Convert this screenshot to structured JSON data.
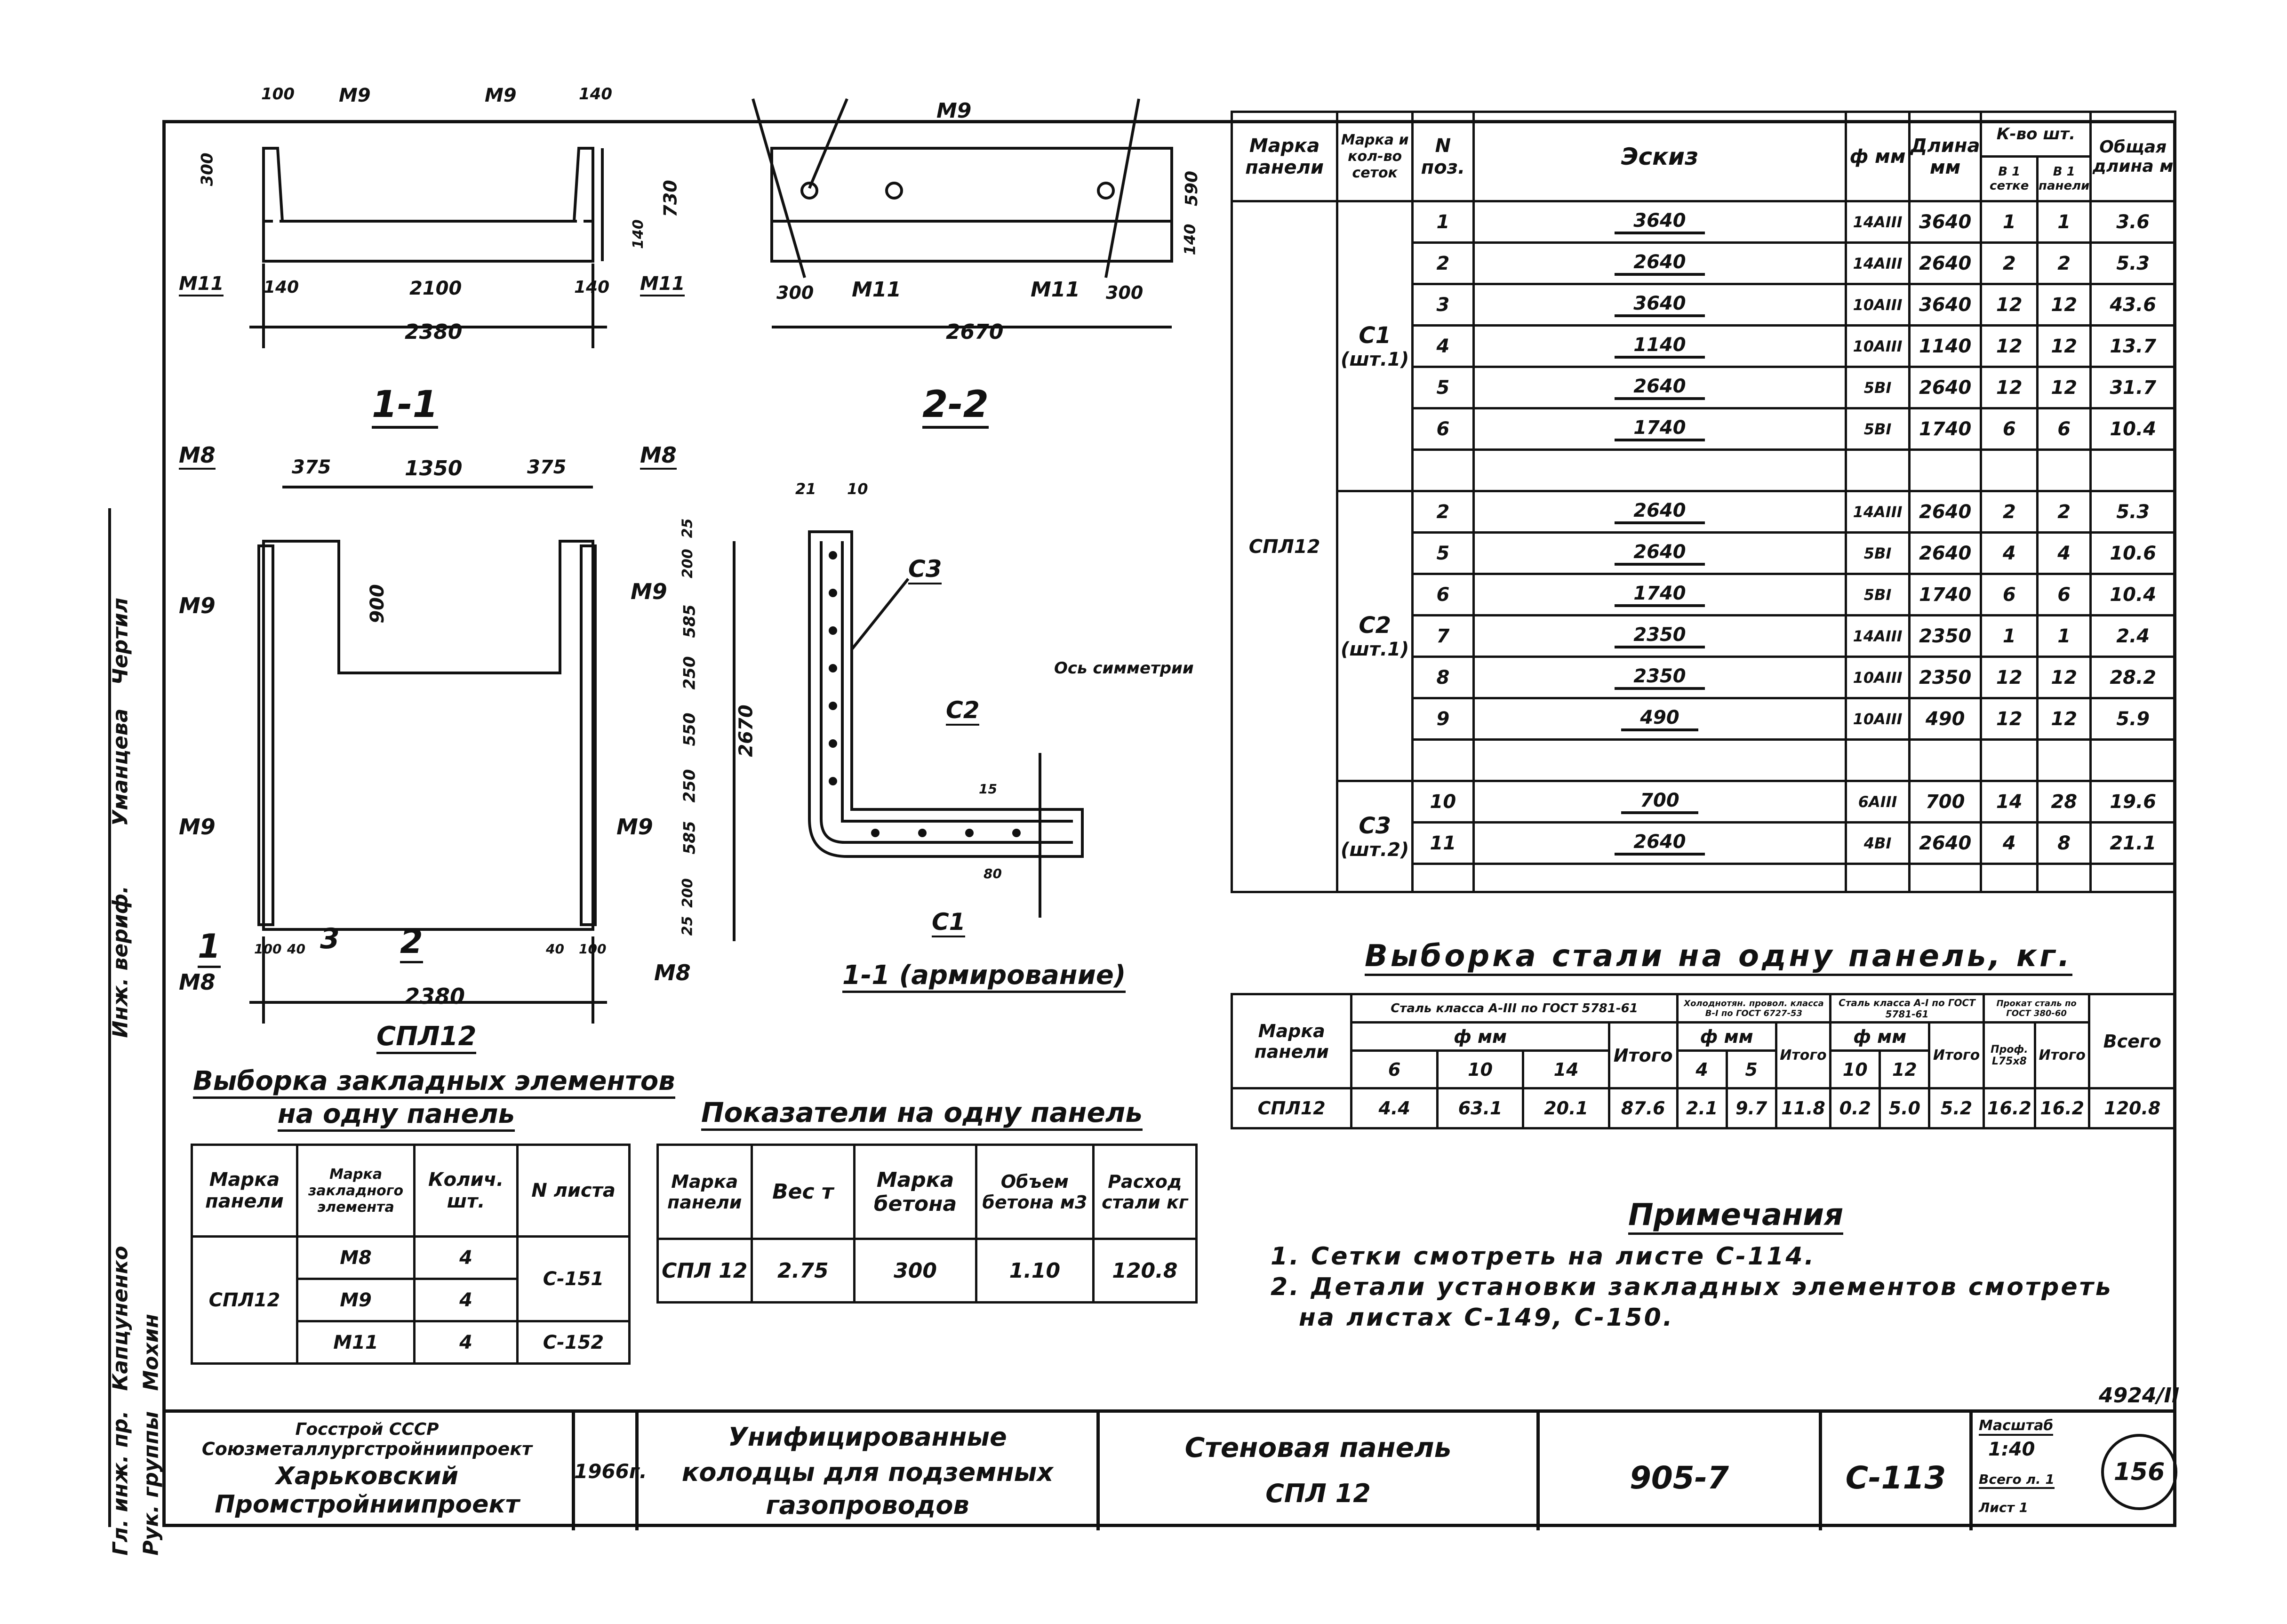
{
  "sheet_number_top": "4924/II",
  "page_circle": "156",
  "section_11_label": "1-1",
  "section_22_label": "2-2",
  "plan_label": "СПЛ12",
  "reinf_label": "1-1 (армирование)",
  "sec11_dims": {
    "top_left": "100",
    "m9a": "M9",
    "m9b": "M9",
    "top_right": "140",
    "h300": "300",
    "h730": "730",
    "h140": "140",
    "bl": "140",
    "b2100": "2100",
    "br": "140",
    "total": "2380",
    "m11a": "M11",
    "m11b": "M11"
  },
  "sec22_dims": {
    "m9": "M9",
    "h590": "590",
    "h140": "140",
    "l300": "300",
    "m11a": "M11",
    "m11b": "M11",
    "r300": "300",
    "total": "2670"
  },
  "plan_dims": {
    "m8tl": "M8",
    "m8tr": "M8",
    "d375a": "375",
    "d1350": "1350",
    "d375b": "375",
    "d900": "900",
    "m9l1": "M9",
    "m9r1": "M9",
    "m9l2": "M9",
    "m9r2": "M9",
    "m8bl": "M8",
    "m8br": "M8",
    "v25a": "25",
    "v200a": "200",
    "v585a": "585",
    "v250a": "250",
    "v550": "550",
    "v250b": "250",
    "v585b": "585",
    "v200b": "200",
    "v25b": "25",
    "v2670": "2670",
    "b100a": "100",
    "b40a": "40",
    "b40b": "40",
    "b100b": "100",
    "total": "2380",
    "cut1": "1",
    "cut2": "2",
    "cut3": "3"
  },
  "reinf_dims": {
    "d21": "21",
    "d10": "10",
    "c3": "C3",
    "c2": "C2",
    "c1": "C1",
    "axis": "Ось симметрии",
    "d15": "15",
    "d80": "80"
  },
  "main_table": {
    "title": "Выборка стали на одну панель, кг.",
    "headers": [
      "Марка панели",
      "Марка и кол-во сеток",
      "N поз.",
      "Эскиз",
      "ф мм",
      "Длина мм",
      "К-во шт.",
      "Общая длина м"
    ],
    "subheaders": [
      "В 1 сетке",
      "В 1 панели"
    ],
    "panel": "СПЛ12",
    "groups": [
      {
        "mesh": "C1",
        "count": "(шт.1)",
        "rows": [
          [
            "1",
            "3640",
            "14АIII",
            "3640",
            "1",
            "1",
            "3.6"
          ],
          [
            "2",
            "2640",
            "14АIII",
            "2640",
            "2",
            "2",
            "5.3"
          ],
          [
            "3",
            "3640",
            "10АIII",
            "3640",
            "12",
            "12",
            "43.6"
          ],
          [
            "4",
            "1140",
            "10АIII",
            "1140",
            "12",
            "12",
            "13.7"
          ],
          [
            "5",
            "2640",
            "5ВI",
            "2640",
            "12",
            "12",
            "31.7"
          ],
          [
            "6",
            "1740",
            "5ВI",
            "1740",
            "6",
            "6",
            "10.4"
          ]
        ]
      },
      {
        "mesh": "C2",
        "count": "(шт.1)",
        "rows": [
          [
            "2",
            "2640",
            "14АIII",
            "2640",
            "2",
            "2",
            "5.3"
          ],
          [
            "5",
            "2640",
            "5ВI",
            "2640",
            "4",
            "4",
            "10.6"
          ],
          [
            "6",
            "1740",
            "5ВI",
            "1740",
            "6",
            "6",
            "10.4"
          ],
          [
            "7",
            "2350",
            "14АIII",
            "2350",
            "1",
            "1",
            "2.4"
          ],
          [
            "8",
            "2350",
            "10АIII",
            "2350",
            "12",
            "12",
            "28.2"
          ],
          [
            "9",
            "490",
            "10АIII",
            "490",
            "12",
            "12",
            "5.9"
          ]
        ]
      },
      {
        "mesh": "C3",
        "count": "(шт.2)",
        "rows": [
          [
            "10",
            "700",
            "6АIII",
            "700",
            "14",
            "28",
            "19.6"
          ],
          [
            "11",
            "2640",
            "4ВI",
            "2640",
            "4",
            "8",
            "21.1"
          ]
        ]
      }
    ]
  },
  "steel_table": {
    "h_mark": "Марка панели",
    "h_a3": "Сталь класса А-III по ГОСТ 5781-61",
    "h_cold": "Холоднотян. провол. класса В-I по ГОСТ 6727-53",
    "h_a1": "Сталь класса А-I по ГОСТ 5781-61",
    "h_prof": "Прокат сталь по ГОСТ 380-60",
    "h_phi": "ф мм",
    "h_prof_sub": "Проф. L75х8",
    "h_itogo": "Итого",
    "h_total": "Всего",
    "cols": [
      "6",
      "10",
      "14",
      "4",
      "5",
      "10",
      "12"
    ],
    "row": [
      "СПЛ12",
      "4.4",
      "63.1",
      "20.1",
      "87.6",
      "2.1",
      "9.7",
      "11.8",
      "0.2",
      "5.0",
      "5.2",
      "16.2",
      "16.2",
      "120.8"
    ]
  },
  "embed_table": {
    "title1": "Выборка закладных элементов",
    "title2": "на одну панель",
    "headers": [
      "Марка панели",
      "Марка закладного элемента",
      "Колич. шт.",
      "N листа"
    ],
    "panel": "СПЛ12",
    "rows": [
      [
        "M8",
        "4"
      ],
      [
        "M9",
        "4"
      ],
      [
        "M11",
        "4"
      ]
    ],
    "sheet1": "C-151",
    "sheet2": "C-152"
  },
  "indicators_table": {
    "title": "Показатели на одну панель",
    "headers": [
      "Марка панели",
      "Вес т",
      "Марка бетона",
      "Объем бетона м3",
      "Расход стали кг"
    ],
    "row": [
      "СПЛ 12",
      "2.75",
      "300",
      "1.10",
      "120.8"
    ]
  },
  "notes": {
    "title": "Примечания",
    "items": [
      "1. Сетки смотреть на листе С-114.",
      "2. Детали установки закладных элементов смотреть",
      "на листах С-149, С-150."
    ]
  },
  "title_block": {
    "org1": "Госстрой СССР",
    "org2": "Союзметаллургстройниипроект",
    "org3": "Харьковский",
    "org4": "Промстройниипроект",
    "year": "1966г.",
    "project1": "Унифицированные",
    "project2": "колодцы для подземных",
    "project3": "газопроводов",
    "name1": "Стеновая панель",
    "name2": "СПЛ 12",
    "series": "905-7",
    "sheet": "С-113",
    "scale_label": "Масштаб",
    "scale": "1:40",
    "total_sheets": "Всего л. 1",
    "sheet_no": "Лист 1"
  },
  "side_stamp": [
    "Гл. инж. пр.",
    "Рук. группы",
    "Капцуненко",
    "Мохин",
    "Инж. вериф.",
    "Уманцева",
    "Чертил"
  ]
}
